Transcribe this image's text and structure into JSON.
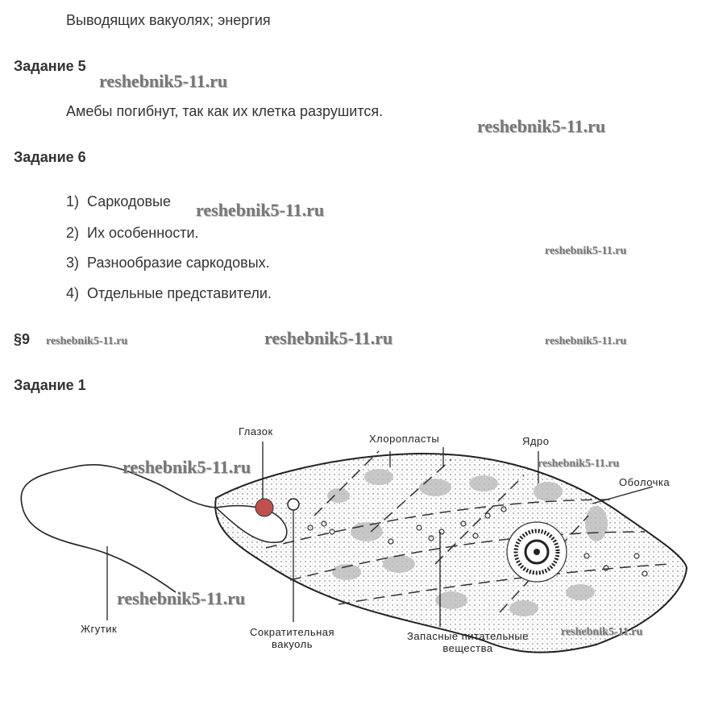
{
  "lines": {
    "prev_answer": "Выводящих вакуолях; энергия",
    "task5_heading": "Задание 5",
    "task5_answer": "Амебы погибнут, так как их клетка разрушится.",
    "task6_heading": "Задание 6",
    "section": "§9",
    "task1_heading": "Задание 1"
  },
  "task6_list": [
    {
      "num": "1)",
      "text": "Саркодовые"
    },
    {
      "num": "2)",
      "text": "Их особенности."
    },
    {
      "num": "3)",
      "text": "Разнообразие саркодовых."
    },
    {
      "num": "4)",
      "text": "Отдельные представители."
    }
  ],
  "watermark": "reshebnik5-11.ru",
  "diagram": {
    "labels": {
      "eyespot": "Глазок",
      "chloroplasts": "Хлоропласты",
      "nucleus": "Ядро",
      "membrane": "Оболочка",
      "flagellum": "Жгутик",
      "contractile_vacuole_1": "Сократительная",
      "contractile_vacuole_2": "вакуоль",
      "reserve_1": "Запасные питательные",
      "reserve_2": "вещества"
    },
    "colors": {
      "eyespot": "#c0504d"
    }
  }
}
